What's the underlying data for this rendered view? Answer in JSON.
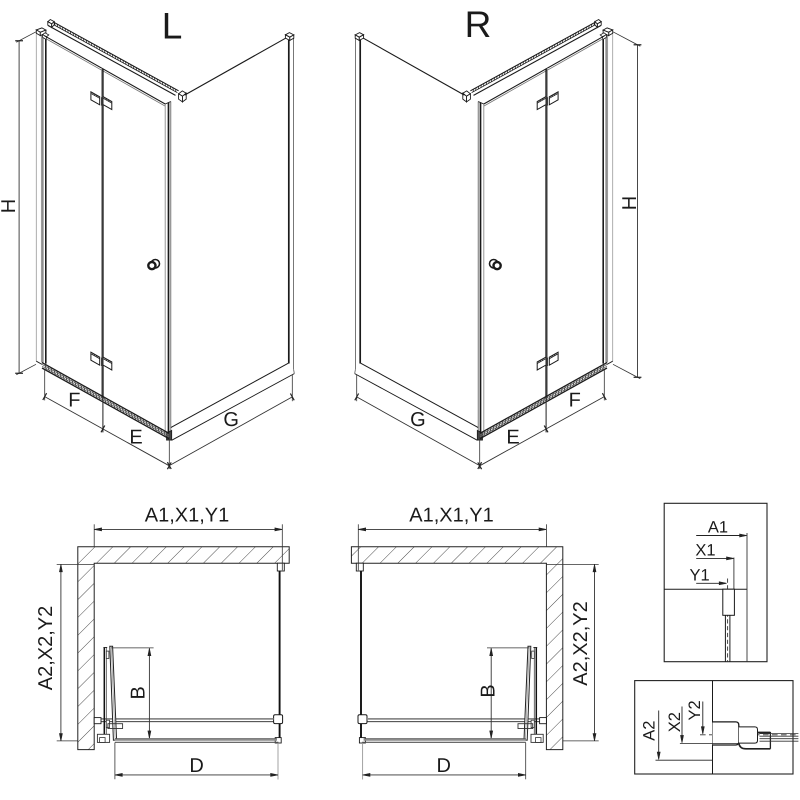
{
  "figure": {
    "type": "technical-diagram",
    "subject": "Corner shower enclosure with bi-fold door, left and right versions: isometric views, plan views and wall profile adjustment details",
    "background": "#ffffff",
    "line_color": "#1a1a1a",
    "gray_color": "#8a8a8a"
  },
  "iso_left": {
    "title": "L",
    "dim_height": "H",
    "dim_fold_panel": "F",
    "dim_door_panel": "E",
    "dim_side_wall": "G"
  },
  "iso_right": {
    "title": "R",
    "dim_height": "H",
    "dim_fold_panel": "F",
    "dim_door_panel": "E",
    "dim_side_wall": "G"
  },
  "plan_left": {
    "dim_width": "A1,X1,Y1",
    "dim_depth": "A2,X2,Y2",
    "dim_fold_depth": "B",
    "dim_entry": "D"
  },
  "plan_right": {
    "dim_width": "A1,X1,Y1",
    "dim_depth": "A2,X2,Y2",
    "dim_fold_depth": "B",
    "dim_entry": "D"
  },
  "detail_top": {
    "dim_outer": "A1",
    "dim_mid": "X1",
    "dim_inner": "Y1"
  },
  "detail_bottom": {
    "dim_outer": "A2",
    "dim_mid": "X2",
    "dim_inner": "Y2"
  }
}
